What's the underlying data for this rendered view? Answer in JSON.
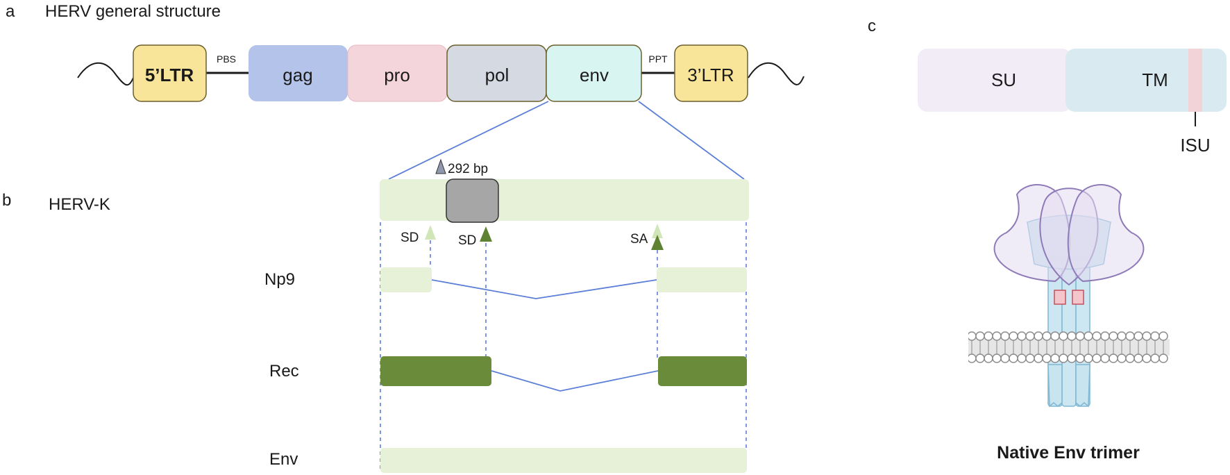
{
  "panels": {
    "a": {
      "letter": "a",
      "title": "HERV general structure",
      "boxes": {
        "ltr5": "5’LTR",
        "gag": "gag",
        "pro": "pro",
        "pol": "pol",
        "env": "env",
        "ltr3": "3’LTR"
      },
      "pbs": "PBS",
      "ppt": "PPT"
    },
    "b": {
      "letter": "b",
      "title": "HERV-K",
      "deletion": "292 bp",
      "sites": {
        "sd1": "SD",
        "sd2": "SD",
        "sa": "SA"
      },
      "rows": {
        "np9": "Np9",
        "rec": "Rec",
        "env": "Env"
      }
    },
    "c": {
      "letter": "c",
      "su": "SU",
      "tm": "TM",
      "isu": "ISU",
      "trimer_caption": "Native Env trimer"
    }
  },
  "colors": {
    "ltr": "#f8e59a",
    "gag": "#b4c3ea",
    "pro": "#f4d5dc",
    "pol": "#d5d9e2",
    "env": "#d9f5f1",
    "light_green": "#e6f1d8",
    "dark_green": "#6a8c3a",
    "deletion_gray": "#a6a6a6",
    "splice_line": "#5b7fd6",
    "su": "#f1ecf5",
    "tm": "#d9ebf1",
    "isu": "#f2d4d8"
  }
}
